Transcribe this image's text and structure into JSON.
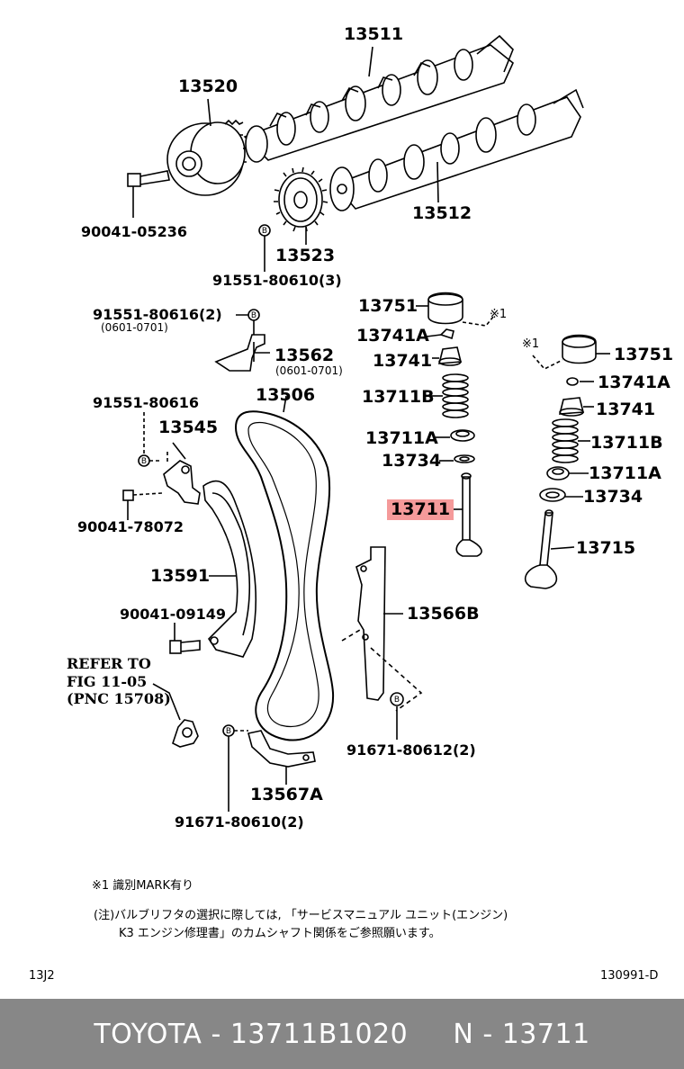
{
  "parts": {
    "p13511": "13511",
    "p13520": "13520",
    "p13512": "13512",
    "p90041_05236": "90041-05236",
    "p13523": "13523",
    "p91551_80610": "91551-80610(3)",
    "p91551_80616_2": "91551-80616(2)",
    "d0601_0701_a": "(0601-0701)",
    "p13562": "13562",
    "d0601_0701_b": "(0601-0701)",
    "p13506": "13506",
    "p91551_80616": "91551-80616",
    "p13545": "13545",
    "p90041_78072": "90041-78072",
    "p13591": "13591",
    "p90041_09149": "90041-09149",
    "refer1": "REFER TO",
    "refer2": "FIG 11-05",
    "refer3": "(PNC 15708)",
    "p13567a": "13567A",
    "p91671_80610": "91671-80610(2)",
    "p13566b": "13566B",
    "p91671_80612": "91671-80612(2)",
    "l13751": "13751",
    "l13741a": "13741A",
    "l13741": "13741",
    "l13711b": "13711B",
    "l13711a": "13711A",
    "l13734": "13734",
    "l13711": "13711",
    "r13751": "13751",
    "r13741a": "13741A",
    "r13741": "13741",
    "r13711b": "13711B",
    "r13711a": "13711A",
    "r13734": "13734",
    "r13715": "13715",
    "mark1a": "※1",
    "mark1b": "※1",
    "bolt_b": "B"
  },
  "notes": {
    "note1": "※1 識別MARK有り",
    "note2_line1": "(注)バルブリフタの選択に際しては, 「サービスマニュアル ユニット(エンジン)",
    "note2_line2": "K3 エンジン修理書」のカムシャフト関係をご参照願います。",
    "code_left": "13J2",
    "code_right": "130991-D"
  },
  "footer": {
    "text": "TOYOTA - 13711B1020     N - 13711"
  },
  "colors": {
    "highlight": "#f59a9a",
    "footer_bg": "#878787",
    "footer_text": "#ffffff"
  }
}
